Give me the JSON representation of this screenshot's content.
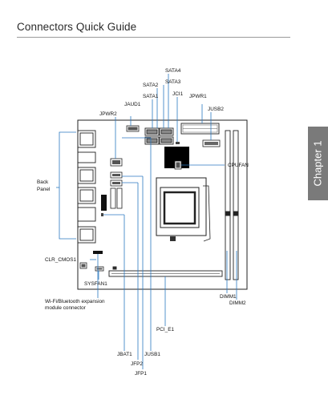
{
  "page": {
    "heading": "Connectors Quick Guide",
    "chapter_tab": "Chapter 1"
  },
  "labels": {
    "sata4": "SATA4",
    "sata3": "SATA3",
    "sata2": "SATA2",
    "sata1": "SATA1",
    "jci1": "JCI1",
    "jaud1": "JAUD1",
    "jpwr1": "JPWR1",
    "jpwr2": "JPWR2",
    "jusb2": "JUSB2",
    "back_panel_line1": "Back",
    "back_panel_line2": "Panel",
    "cpufan": "CPUFAN",
    "clr_cmos1": "CLR_CMOS1",
    "wifi_line1": "Wi-Fi/Bluetooth expansion",
    "wifi_line2": "module connector",
    "sysfan1": "SYSFAN1",
    "pci_e1": "PCI_E1",
    "dimm1": "DIMM1",
    "dimm2": "DIMM2",
    "jusb1": "JUSB1",
    "jbat1": "JBAT1",
    "jfp2": "JFP2",
    "jfp1": "JFP1"
  }
}
